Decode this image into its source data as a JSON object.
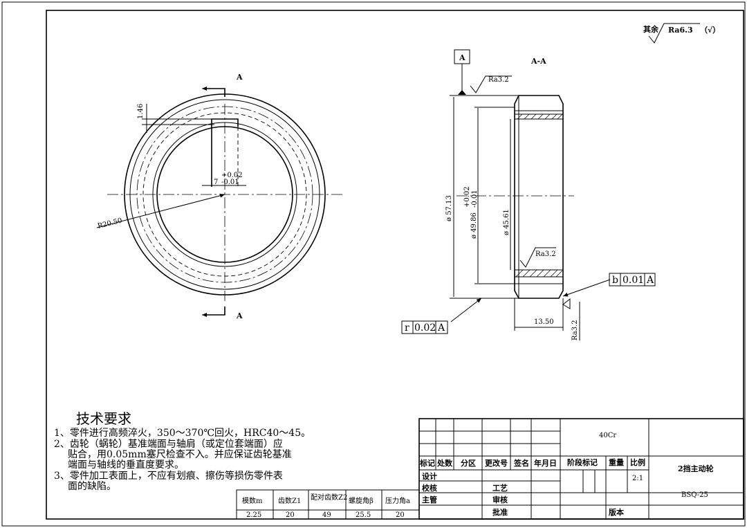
{
  "roughness_general": {
    "prefix": "其余",
    "value": "Ra6.3",
    "suffix": "（√）"
  },
  "section_marks": {
    "label": "A",
    "view_title": "A-A"
  },
  "datum": {
    "label": "A"
  },
  "dimensions": {
    "keyway_height": "1.46",
    "keyway_width": "7",
    "keyway_tol_upper": "+0.02",
    "keyway_tol_lower": "-0.01",
    "radius": "R20.50",
    "outer_dia": "ø 57.13",
    "bore_dia": "ø 49.86",
    "bore_tol_upper": "+0.02",
    "bore_tol_lower": "-0.01",
    "inner_dia": "ø 45.61",
    "width": "13.50"
  },
  "roughness": {
    "top": "Ra3.2",
    "inner": "Ra3.2",
    "right": "Ra3.2"
  },
  "tolerances": {
    "perpendicularity": {
      "symbol": "b",
      "value": "0.01",
      "datum": "A"
    },
    "runout": {
      "symbol": "r",
      "value": "0.02",
      "datum": "A"
    }
  },
  "tech_requirements": {
    "title": "技术要求",
    "lines": [
      "1、零件进行高频淬火，350～370℃回火，HRC40～45。",
      "2、齿轮（蜗轮）基准端面与轴肩（或定位套端面）应",
      "贴合，用0.05mm塞尺检查不入。并应保证齿轮基准",
      "端面与轴线的垂直度要求。",
      "3、零件加工表面上，不应有划痕、擦伤等损伤零件表",
      "面的缺陷。"
    ]
  },
  "gear_params": {
    "headers": [
      "模数m",
      "齿数Z1",
      "配对齿数Z2",
      "螺旋角β",
      "压力角a"
    ],
    "values": [
      "2.25",
      "20",
      "49",
      "25.5",
      "20"
    ]
  },
  "title_block": {
    "material": "40Cr",
    "part_name": "2挡主动轮",
    "drawing_no": "BSQ-25",
    "scale": "2:1",
    "rev_headers": [
      "标记",
      "处数",
      "分区",
      "更改号",
      "签名",
      "年月日"
    ],
    "stage_label": "阶段标记",
    "weight_label": "重量",
    "scale_label": "比例",
    "design": "设计",
    "check": "校核",
    "supervisor": "主管",
    "process": "工艺",
    "review": "审核",
    "approve": "批准",
    "version": "版本"
  }
}
